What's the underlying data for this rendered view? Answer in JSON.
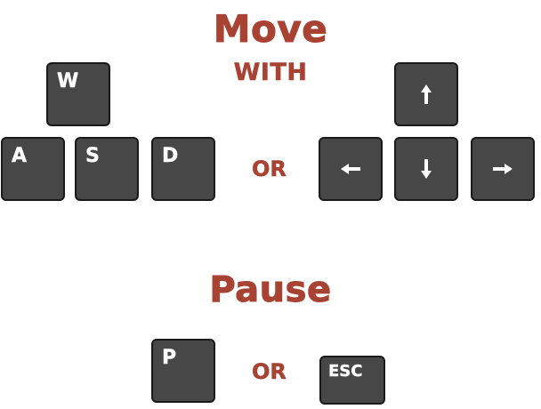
{
  "move_section": {
    "title": "Move",
    "subtitle": "with",
    "separator": "OR",
    "wasd_keys": {
      "w": "W",
      "a": "A",
      "s": "S",
      "d": "D"
    },
    "arrow_keys": [
      "up-arrow-icon",
      "left-arrow-icon",
      "down-arrow-icon",
      "right-arrow-icon"
    ]
  },
  "pause_section": {
    "title": "Pause",
    "separator": "OR",
    "keys": {
      "p": "P",
      "esc": "ESC"
    }
  },
  "colors": {
    "accent": "#a84334",
    "key_fill": "#474747",
    "key_border": "#1a1a1a",
    "key_text": "#ffffff"
  }
}
